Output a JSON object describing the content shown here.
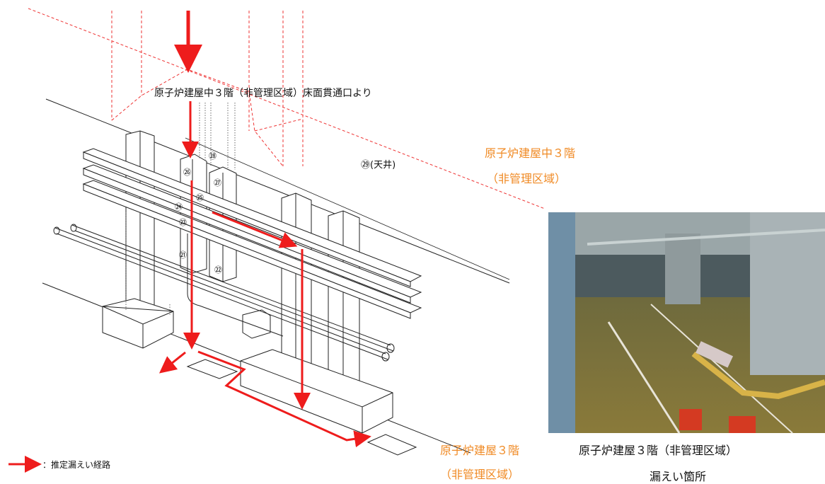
{
  "labels": {
    "source": "原子炉建屋中３階（非管理区域）床面貫通口より",
    "ceiling": "㉙(天井)",
    "floor_mid_line1": "原子炉建屋中３階",
    "floor_mid_line2": "（非管理区域）",
    "floor3_line1": "原子炉建屋３階",
    "floor3_line2": "（非管理区域）",
    "legend": "：推定漏えい経路",
    "photo_caption_line1": "原子炉建屋３階（非管理区域）",
    "photo_caption_line2": "漏えい箇所"
  },
  "markers": [
    "㉑",
    "㉒",
    "㉓",
    "㉔",
    "㉕",
    "㉖",
    "㉗",
    "㉘"
  ],
  "colors": {
    "leak_path": "#ee1c1c",
    "floor_label": "#f08a24",
    "line": "#222222"
  }
}
